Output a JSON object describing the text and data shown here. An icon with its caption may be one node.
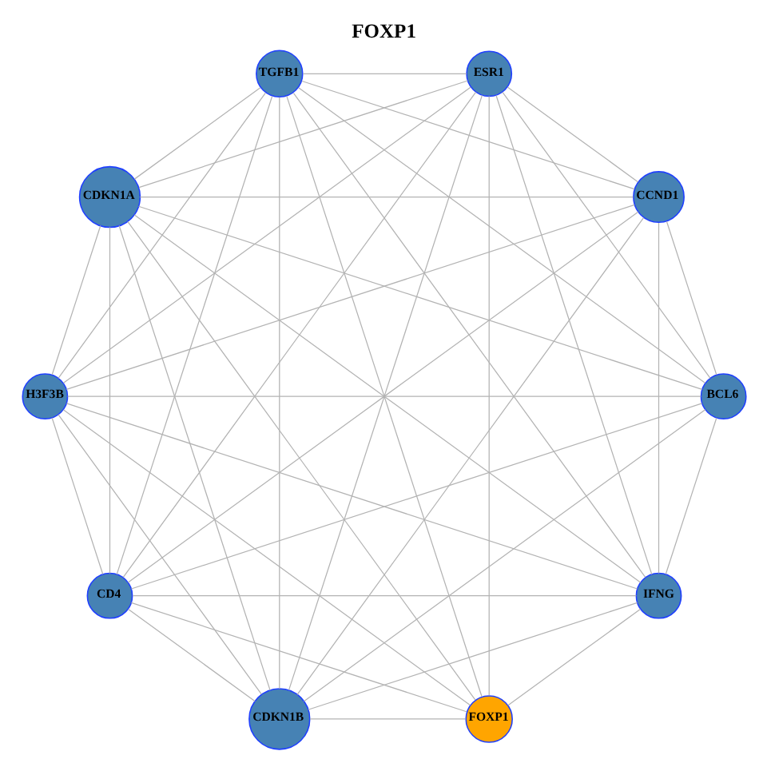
{
  "diagram": {
    "title": "FOXP1",
    "nodes": [
      {
        "text": [
          "IFNG"
        ]
      },
      {
        "text": [
          "CD4"
        ]
      },
      {
        "text": [
          "CDKN1B"
        ]
      },
      {
        "text": [
          "BCL6"
        ]
      },
      {
        "text": [
          "FOXP1"
        ]
      },
      {
        "text": [
          "H3F3B"
        ]
      },
      {
        "text": [
          "CDKN1A"
        ]
      },
      {
        "text": [
          "TGFB1"
        ]
      },
      {
        "text": [
          "CCND1"
        ]
      },
      {
        "text": [
          "ESR1"
        ]
      }
    ],
    "edges": [
      {
        "from": 0,
        "to": 1,
        "arrow": "none"
      },
      {
        "from": 0,
        "to": 2,
        "arrow": "none"
      },
      {
        "from": 0,
        "to": 3,
        "arrow": "none"
      },
      {
        "from": 0,
        "to": 4,
        "arrow": "none"
      },
      {
        "from": 0,
        "to": 5,
        "arrow": "none"
      },
      {
        "from": 0,
        "to": 6,
        "arrow": "none"
      },
      {
        "from": 0,
        "to": 7,
        "arrow": "none"
      },
      {
        "from": 0,
        "to": 8,
        "arrow": "none"
      },
      {
        "from": 0,
        "to": 9,
        "arrow": "none"
      },
      {
        "from": 1,
        "to": 2,
        "arrow": "none"
      },
      {
        "from": 1,
        "to": 3,
        "arrow": "none"
      },
      {
        "from": 1,
        "to": 4,
        "arrow": "none"
      },
      {
        "from": 1,
        "to": 5,
        "arrow": "none"
      },
      {
        "from": 1,
        "to": 6,
        "arrow": "none"
      },
      {
        "from": 1,
        "to": 7,
        "arrow": "none"
      },
      {
        "from": 1,
        "to": 8,
        "arrow": "none"
      },
      {
        "from": 1,
        "to": 9,
        "arrow": "none"
      },
      {
        "from": 2,
        "to": 3,
        "arrow": "none"
      },
      {
        "from": 2,
        "to": 4,
        "arrow": "none"
      },
      {
        "from": 2,
        "to": 5,
        "arrow": "none"
      },
      {
        "from": 2,
        "to": 6,
        "arrow": "none"
      },
      {
        "from": 2,
        "to": 7,
        "arrow": "none"
      },
      {
        "from": 2,
        "to": 8,
        "arrow": "none"
      },
      {
        "from": 2,
        "to": 9,
        "arrow": "none"
      },
      {
        "from": 3,
        "to": 5,
        "arrow": "none"
      },
      {
        "from": 3,
        "to": 6,
        "arrow": "none"
      },
      {
        "from": 3,
        "to": 7,
        "arrow": "none"
      },
      {
        "from": 3,
        "to": 8,
        "arrow": "none"
      },
      {
        "from": 3,
        "to": 9,
        "arrow": "none"
      },
      {
        "from": 4,
        "to": 5,
        "arrow": "none"
      },
      {
        "from": 4,
        "to": 6,
        "arrow": "none"
      },
      {
        "from": 4,
        "to": 7,
        "arrow": "none"
      },
      {
        "from": 4,
        "to": 9,
        "arrow": "none"
      },
      {
        "from": 5,
        "to": 6,
        "arrow": "none"
      },
      {
        "from": 5,
        "to": 7,
        "arrow": "none"
      },
      {
        "from": 5,
        "to": 8,
        "arrow": "none"
      },
      {
        "from": 5,
        "to": 9,
        "arrow": "none"
      },
      {
        "from": 6,
        "to": 7,
        "arrow": "none"
      },
      {
        "from": 6,
        "to": 8,
        "arrow": "none"
      },
      {
        "from": 6,
        "to": 9,
        "arrow": "none"
      },
      {
        "from": 7,
        "to": 8,
        "arrow": "none"
      },
      {
        "from": 7,
        "to": 9,
        "arrow": "none"
      },
      {
        "from": 8,
        "to": 9,
        "arrow": "none"
      }
    ]
  }
}
